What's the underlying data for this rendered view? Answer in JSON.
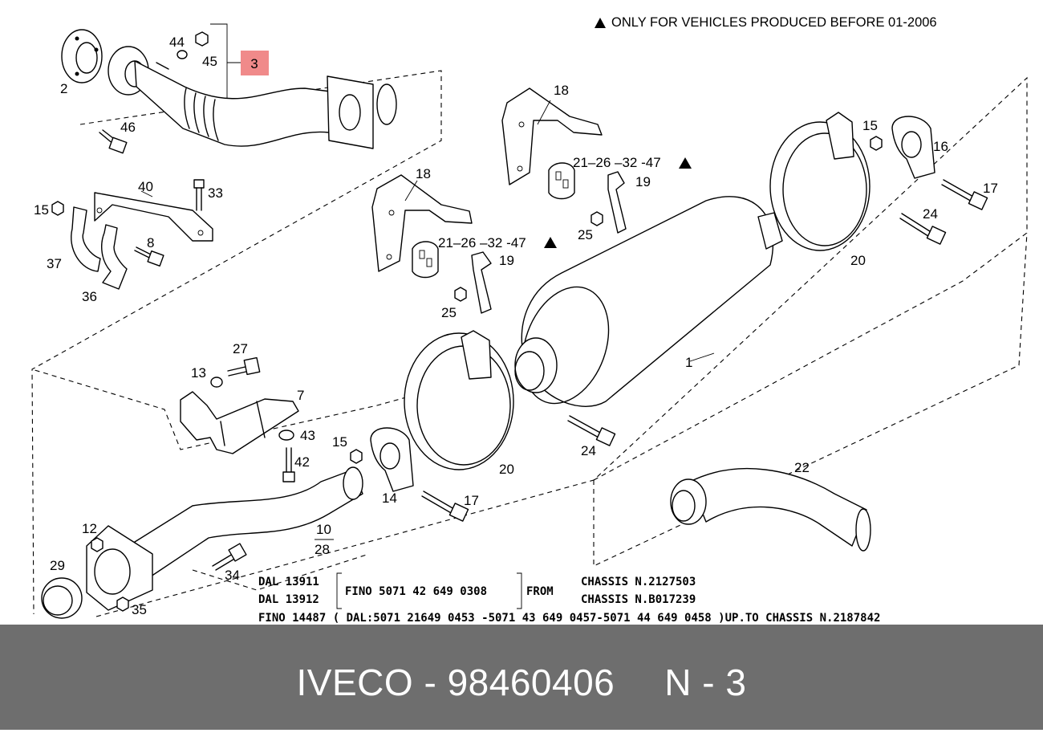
{
  "header_note": "ONLY FOR VEHICLES PRODUCED BEFORE 01-2006",
  "group_ref": "3",
  "callouts": {
    "c1": "1",
    "c2": "2",
    "c7": "7",
    "c8": "8",
    "c10": "10",
    "c12": "12",
    "c13": "13",
    "c14": "14",
    "c15a": "15",
    "c15b": "15",
    "c15c": "15",
    "c16": "16",
    "c17a": "17",
    "c17b": "17",
    "c18a": "18",
    "c18b": "18",
    "c19a": "19",
    "c19b": "19",
    "c20a": "20",
    "c20b": "20",
    "c22": "22",
    "c24a": "24",
    "c24b": "24",
    "c25a": "25",
    "c25b": "25",
    "c27": "27",
    "c28": "28",
    "c29": "29",
    "c33": "33",
    "c34": "34",
    "c35": "35",
    "c36": "36",
    "c37": "37",
    "c40": "40",
    "c42": "42",
    "c43": "43",
    "c44": "44",
    "c45": "45",
    "c46": "46",
    "kit_a": "21–26 –32 -47",
    "kit_b": "21–26 –32 -47"
  },
  "notes": {
    "dal1": "DAL 13911",
    "dal2": "DAL 13912",
    "fino": "FINO 5071 42 649 0308",
    "from": "FROM",
    "chassis1": "CHASSIS N.2127503",
    "chassis2": "CHASSIS N.B017239",
    "footnote": "FINO 14487 ( DAL:5071 21649 0453 -5071 43 649 0457-5071 44 649 0458 )UP.TO CHASSIS N.2187842"
  },
  "footer": {
    "brand": "IVECO",
    "separator": "-",
    "part_number": "98460406",
    "ref_letter": "N",
    "ref_separator": "-",
    "ref_number": "3"
  },
  "colors": {
    "footer_bg": "#6e6e6e",
    "group_ref_bg": "#f08a8a",
    "line": "#000000"
  }
}
